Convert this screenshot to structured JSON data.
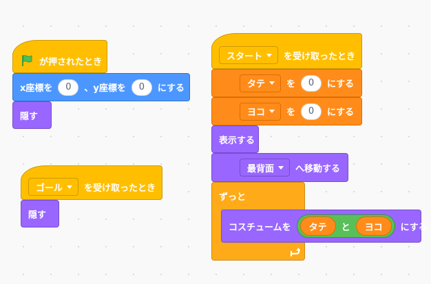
{
  "script1": {
    "hat_label": "が押されたとき",
    "flag_icon": "green-flag-icon",
    "goto": {
      "x_label": "x座標を",
      "x_value": "0",
      "y_label": "、y座標を",
      "y_value": "0",
      "suffix": "にする"
    },
    "hide": "隠す"
  },
  "script2": {
    "message": "ゴール",
    "hat_suffix": "を受け取ったとき",
    "hide": "隠す"
  },
  "script3": {
    "message": "スタート",
    "hat_suffix": "を受け取ったとき",
    "set1": {
      "var": "タテ",
      "mid": "を",
      "value": "0",
      "suffix": "にする"
    },
    "set2": {
      "var": "ヨコ",
      "mid": "を",
      "value": "0",
      "suffix": "にする"
    },
    "show": "表示する",
    "layer": {
      "option": "最背面",
      "suffix": "へ移動する"
    },
    "forever": "ずっと",
    "costume": {
      "prefix": "コスチュームを",
      "left": "タテ",
      "join": "と",
      "right": "ヨコ",
      "suffix": "にする"
    },
    "loop_icon": "loop-arrow-icon"
  },
  "colors": {
    "events": "#ffbf00",
    "motion": "#4c97ff",
    "looks": "#9966ff",
    "control": "#ffab19",
    "custom": "#ff8c1a",
    "operators": "#59c059"
  }
}
